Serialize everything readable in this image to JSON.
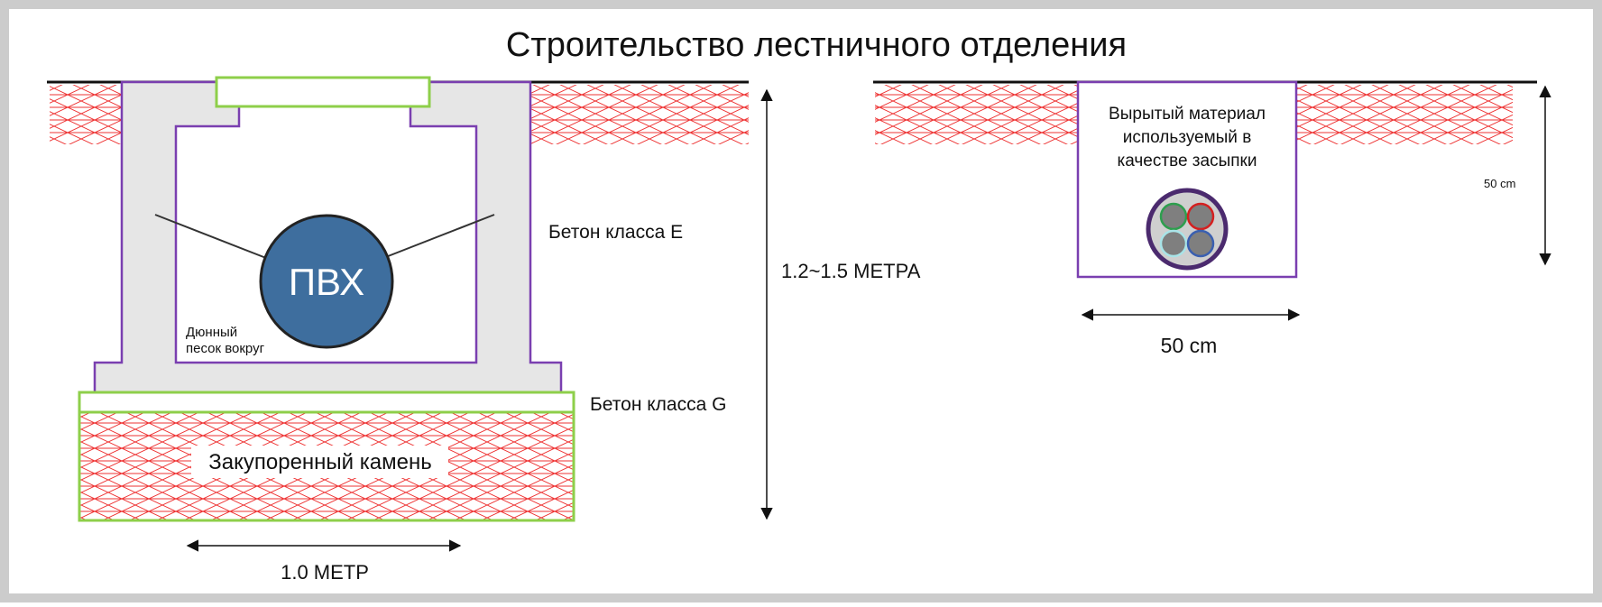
{
  "title": "Строительство лестничного отделения",
  "left_diagram": {
    "pipe_label": "ПВХ",
    "sand_label_line1": "Дюнный",
    "sand_label_line2": "песок вокруг",
    "concrete_e_label": "Бетон класса E",
    "concrete_g_label": "Бетон класса G",
    "stone_label": "Закупоренный камень",
    "depth_label": "1.2~1.5 МЕТРА",
    "width_label": "1.0 МЕТР"
  },
  "right_diagram": {
    "fill_line1": "Вырытый материал",
    "fill_line2": "используемый в",
    "fill_line3": "качестве засыпки",
    "depth_label": "50 cm",
    "width_label": "50 cm"
  },
  "colors": {
    "frame": "#cccccc",
    "hatch": "#ee3333",
    "concrete": "#e6e6e6",
    "outline": "#7a3fb0",
    "slab": "#8ecf4a",
    "pipe": "#3e6e9e",
    "ground": "#111111",
    "conductor": "#7f7f7f",
    "conductor_green": "#2e9e4e",
    "conductor_red": "#d42020",
    "conductor_cyan": "#a8e4e8",
    "conductor_blue": "#3a5fb0"
  }
}
